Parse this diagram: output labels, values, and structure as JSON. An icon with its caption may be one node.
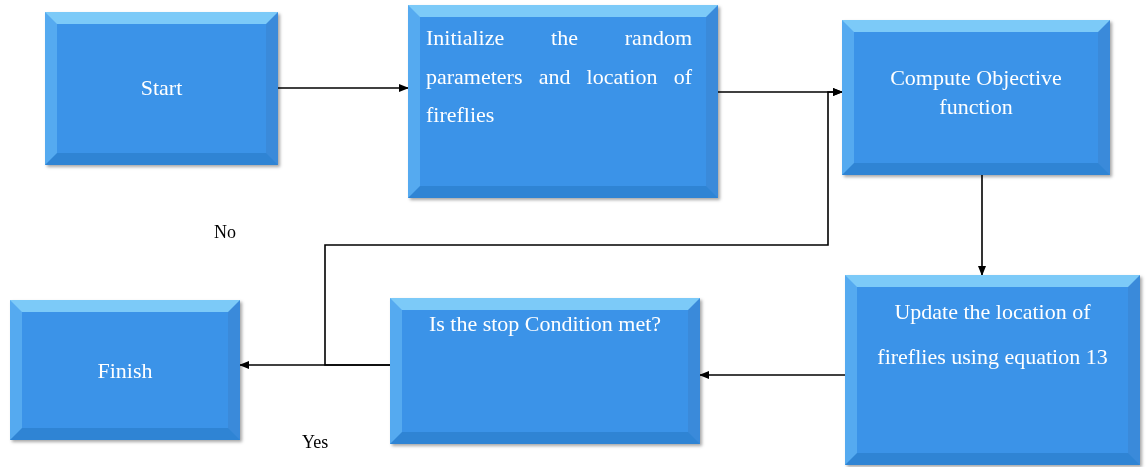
{
  "diagram": {
    "nodes": [
      {
        "text": [
          "Start"
        ]
      },
      {
        "text": [
          "Initialize the random parameters and location of fireflies"
        ]
      },
      {
        "text": [
          "Compute Objective function"
        ]
      },
      {
        "text": [
          "Update the location of fireflies using equation 13"
        ]
      },
      {
        "text": [
          "Is the stop Condition met?"
        ]
      },
      {
        "text": [
          "Finish"
        ]
      }
    ],
    "edges": [
      {
        "from": 0,
        "to": 1,
        "arrow": "to"
      },
      {
        "from": 1,
        "to": 2,
        "arrow": "to"
      },
      {
        "from": 2,
        "to": 3,
        "arrow": "to"
      },
      {
        "from": 3,
        "to": 4,
        "arrow": "to"
      },
      {
        "from": 4,
        "to": 5,
        "arrow": "to",
        "label": "Yes"
      },
      {
        "from": 4,
        "to": 2,
        "arrow": "to",
        "label": "No"
      }
    ]
  }
}
